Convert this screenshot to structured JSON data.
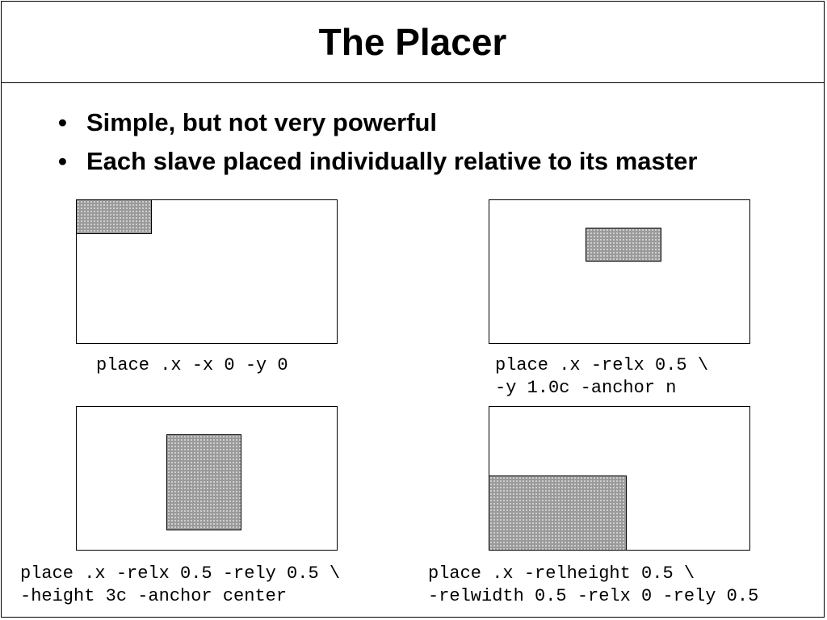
{
  "slide": {
    "title": "The Placer",
    "bullets": [
      {
        "glyph": "•",
        "text": "Simple, but not very powerful"
      },
      {
        "glyph": "•",
        "text": "Each slave placed individually relative to its master"
      }
    ]
  },
  "examples": [
    {
      "caption_lines": [
        "place .x -x 0 -y 0"
      ]
    },
    {
      "caption_lines": [
        "place .x -relx 0.5 \\",
        "-y 1.0c -anchor n"
      ]
    },
    {
      "caption_lines": [
        "place .x -relx 0.5 -rely 0.5 \\",
        "-height 3c -anchor center"
      ]
    },
    {
      "caption_lines": [
        "place .x -relheight 0.5 \\",
        "-relwidth 0.5 -relx 0 -rely 0.5"
      ]
    }
  ]
}
